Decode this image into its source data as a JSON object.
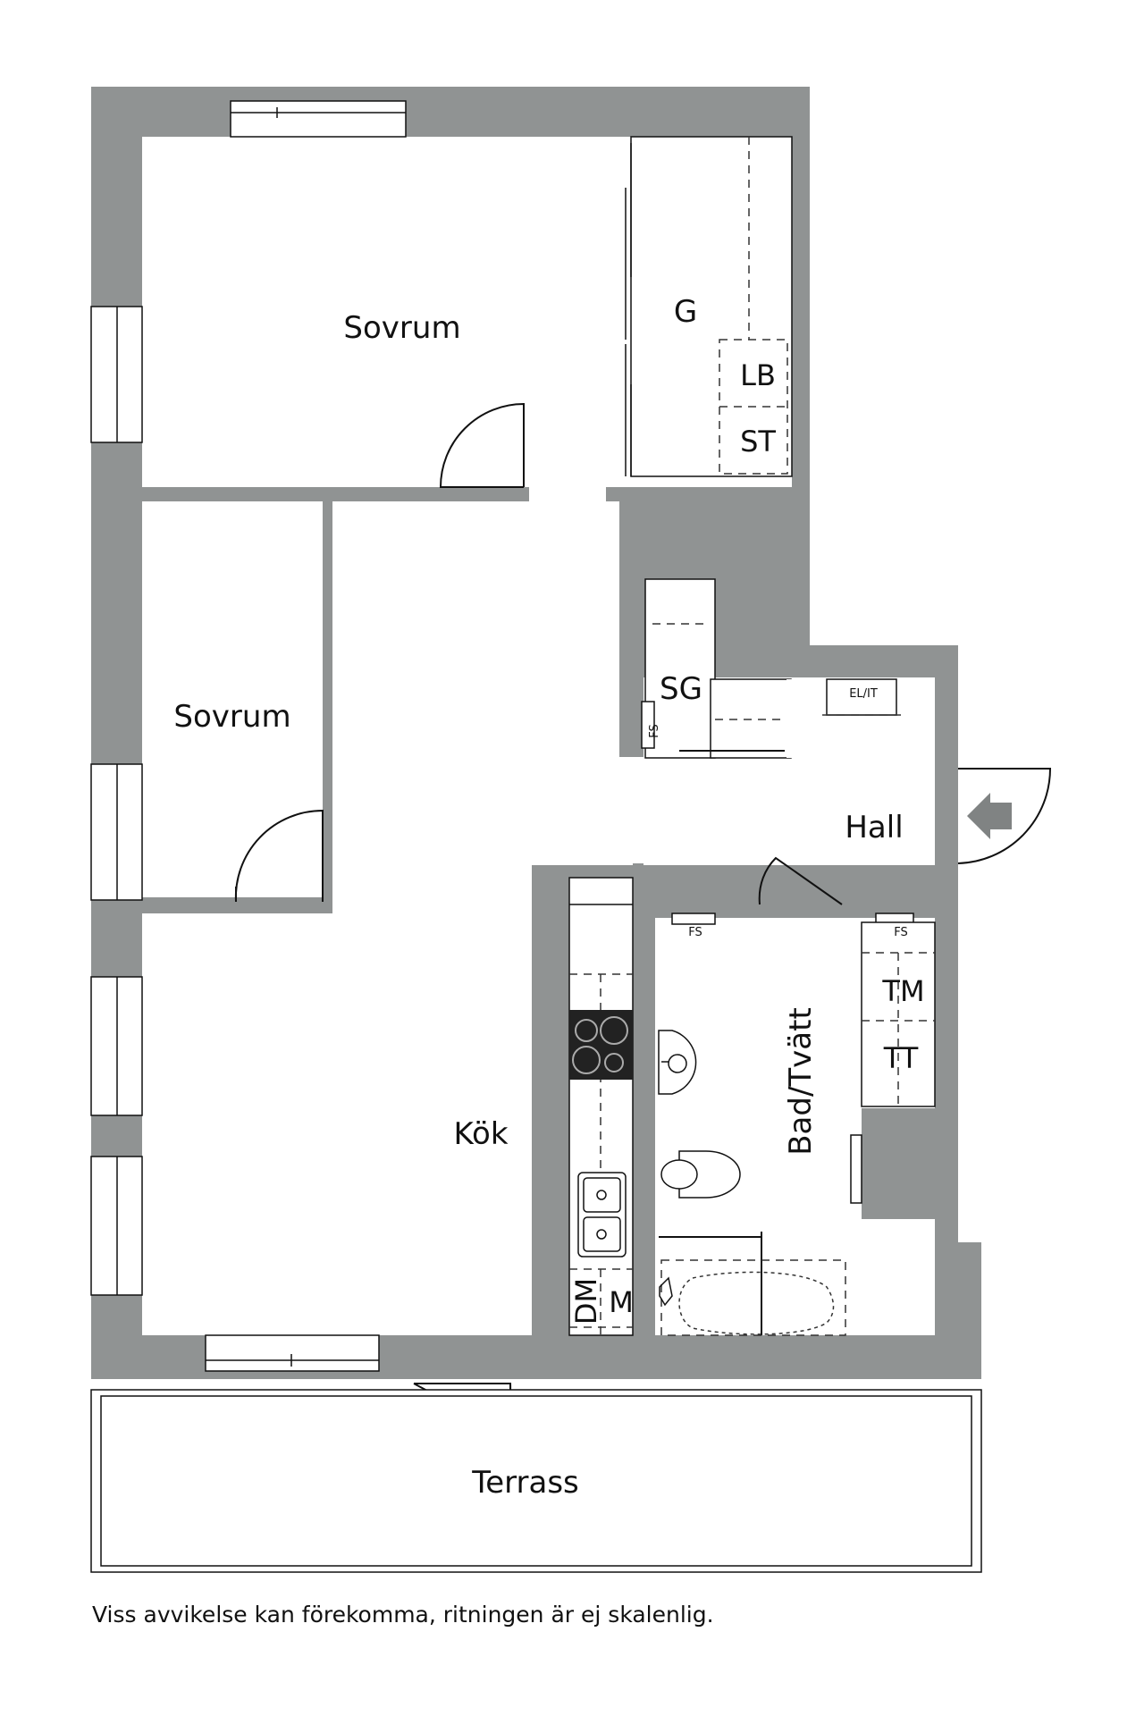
{
  "rooms": {
    "sovrum_1": "Sovrum",
    "sovrum_2": "Sovrum",
    "kok": "Kök",
    "hall": "Hall",
    "bad_tvatt": "Bad/Tvätt",
    "terrass": "Terrass"
  },
  "storage": {
    "g": "G",
    "sg": "SG"
  },
  "fixtures": {
    "lb": "LB",
    "st": "ST",
    "tm": "TM",
    "tt": "TT",
    "dm": "DM",
    "m": "M",
    "fs_sg": "FS",
    "fs_bath_left": "FS",
    "fs_bath_right": "FS",
    "el_it": "EL/IT"
  },
  "colors": {
    "wall": "#909393",
    "line": "#111111"
  },
  "disclaimer": "Viss avvikelse kan förekomma, ritningen är ej skalenlig."
}
